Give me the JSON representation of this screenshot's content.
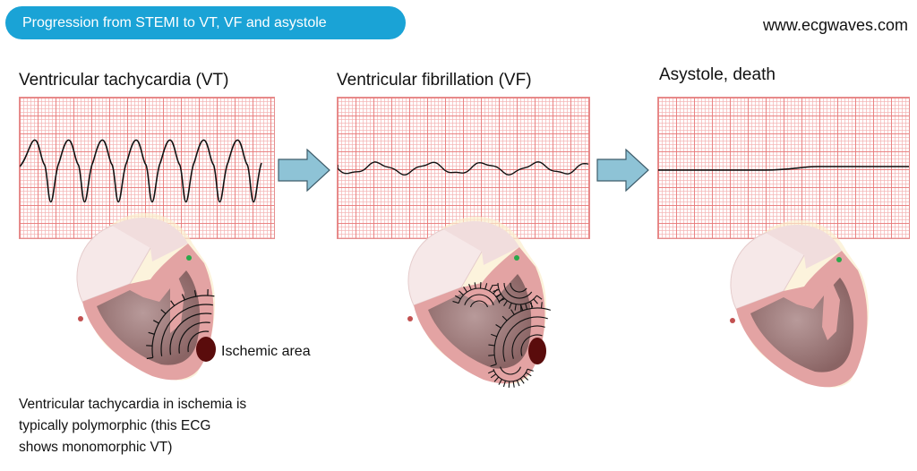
{
  "header": {
    "title": "Progression from STEMI to VT, VF and asystole",
    "website": "www.ecgwaves.com"
  },
  "panels": [
    {
      "title": "Ventricular tachycardia (VT)"
    },
    {
      "title": "Ventricular fibrillation (VF)"
    },
    {
      "title": "Asystole, death"
    }
  ],
  "annotations": {
    "ischemic_area": "Ischemic area"
  },
  "note": {
    "lines": [
      "Ventricular tachycardia in ischemia is",
      "typically polymorphic (this ECG",
      "shows monomorphic VT)"
    ]
  },
  "colors": {
    "pill": "#1aa3d6",
    "arrow_fill": "#8ec3d6",
    "ecg_grid": "#e58f8f",
    "ischemic": "#5a0c0c",
    "myocardium": "#e3a3a3"
  }
}
